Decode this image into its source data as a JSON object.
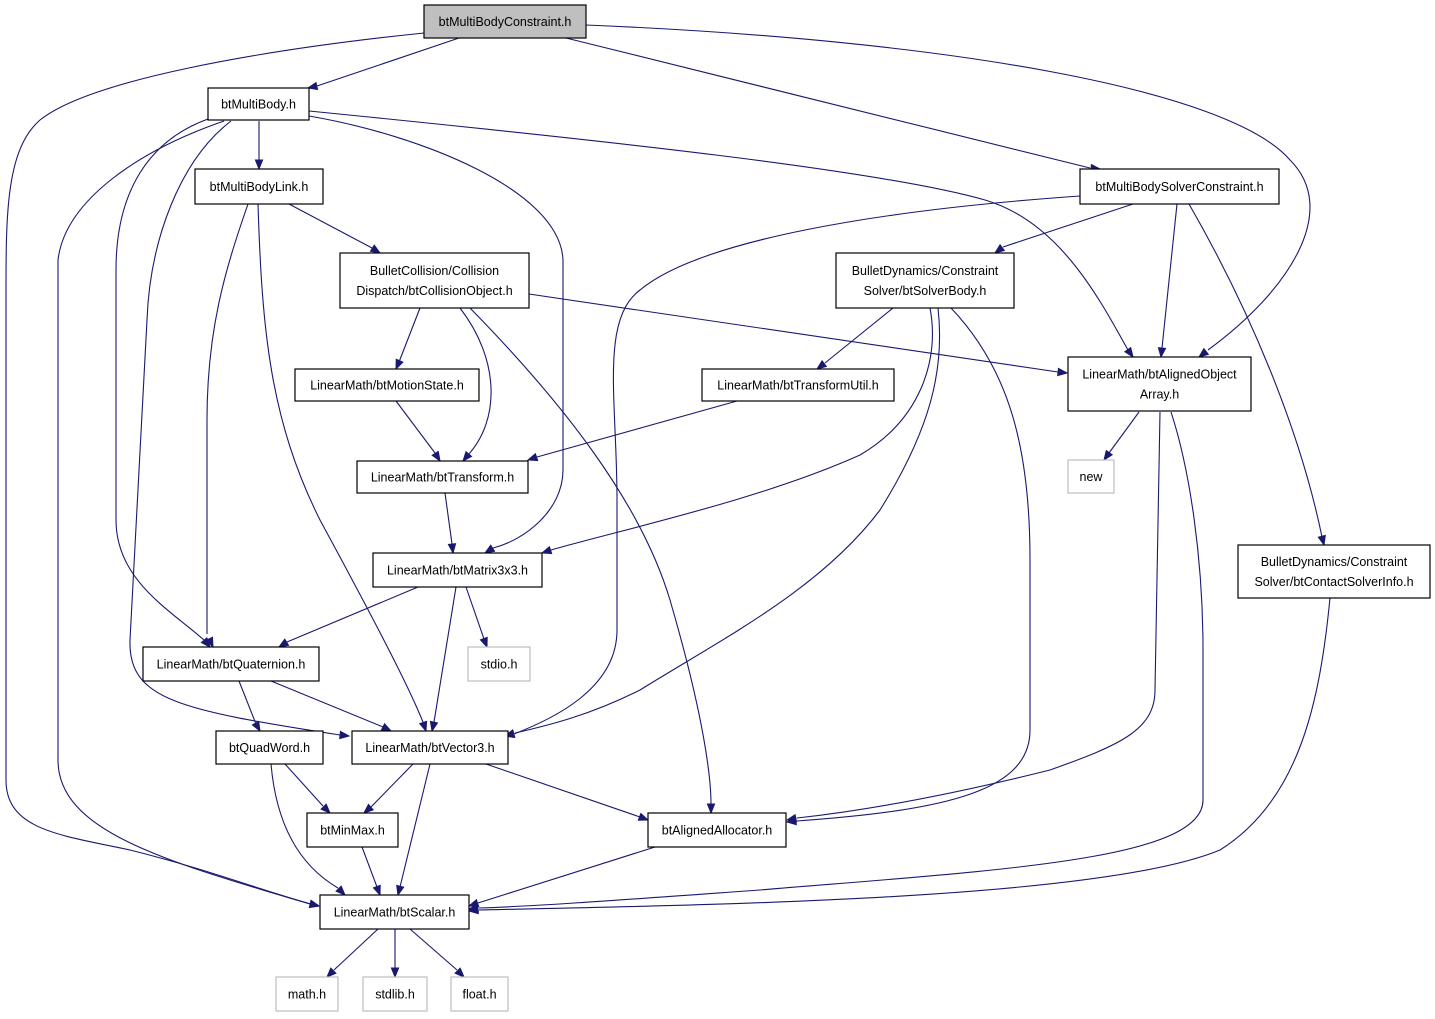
{
  "nodes": [
    {
      "id": "root",
      "lines": [
        "btMultiBodyConstraint.h"
      ],
      "kind": "root"
    },
    {
      "id": "multibody",
      "lines": [
        "btMultiBody.h"
      ],
      "kind": "normal"
    },
    {
      "id": "solverconstraint",
      "lines": [
        "btMultiBodySolverConstraint.h"
      ],
      "kind": "normal"
    },
    {
      "id": "multibodylink",
      "lines": [
        "btMultiBodyLink.h"
      ],
      "kind": "normal"
    },
    {
      "id": "collisionobject",
      "lines": [
        "BulletCollision/Collision",
        "Dispatch/btCollisionObject.h"
      ],
      "kind": "normal"
    },
    {
      "id": "solverbody",
      "lines": [
        "BulletDynamics/Constraint",
        "Solver/btSolverBody.h"
      ],
      "kind": "normal"
    },
    {
      "id": "alignedobjectarray",
      "lines": [
        "LinearMath/btAlignedObject",
        "Array.h"
      ],
      "kind": "normal"
    },
    {
      "id": "motionstate",
      "lines": [
        "LinearMath/btMotionState.h"
      ],
      "kind": "normal"
    },
    {
      "id": "transformutil",
      "lines": [
        "LinearMath/btTransformUtil.h"
      ],
      "kind": "normal"
    },
    {
      "id": "transform",
      "lines": [
        "LinearMath/btTransform.h"
      ],
      "kind": "normal"
    },
    {
      "id": "new",
      "lines": [
        "new"
      ],
      "kind": "external"
    },
    {
      "id": "matrix3x3",
      "lines": [
        "LinearMath/btMatrix3x3.h"
      ],
      "kind": "normal"
    },
    {
      "id": "contactsolverinfo",
      "lines": [
        "BulletDynamics/Constraint",
        "Solver/btContactSolverInfo.h"
      ],
      "kind": "normal"
    },
    {
      "id": "quaternion",
      "lines": [
        "LinearMath/btQuaternion.h"
      ],
      "kind": "normal"
    },
    {
      "id": "stdio",
      "lines": [
        "stdio.h"
      ],
      "kind": "external"
    },
    {
      "id": "quadword",
      "lines": [
        "btQuadWord.h"
      ],
      "kind": "normal"
    },
    {
      "id": "vector3",
      "lines": [
        "LinearMath/btVector3.h"
      ],
      "kind": "normal"
    },
    {
      "id": "minmax",
      "lines": [
        "btMinMax.h"
      ],
      "kind": "normal"
    },
    {
      "id": "alignedallocator",
      "lines": [
        "btAlignedAllocator.h"
      ],
      "kind": "normal"
    },
    {
      "id": "scalar",
      "lines": [
        "LinearMath/btScalar.h"
      ],
      "kind": "normal"
    },
    {
      "id": "math",
      "lines": [
        "math.h"
      ],
      "kind": "external"
    },
    {
      "id": "stdlib",
      "lines": [
        "stdlib.h"
      ],
      "kind": "external"
    },
    {
      "id": "float",
      "lines": [
        "float.h"
      ],
      "kind": "external"
    }
  ],
  "edges": [
    {
      "from": "root",
      "to": "multibody"
    },
    {
      "from": "root",
      "to": "solverconstraint"
    },
    {
      "from": "root",
      "to": "alignedobjectarray"
    },
    {
      "from": "root",
      "to": "scalar"
    },
    {
      "from": "multibody",
      "to": "multibodylink"
    },
    {
      "from": "multibody",
      "to": "alignedobjectarray"
    },
    {
      "from": "multibody",
      "to": "matrix3x3"
    },
    {
      "from": "multibody",
      "to": "quaternion"
    },
    {
      "from": "multibody",
      "to": "vector3"
    },
    {
      "from": "multibody",
      "to": "scalar"
    },
    {
      "from": "multibodylink",
      "to": "collisionobject"
    },
    {
      "from": "multibodylink",
      "to": "quaternion"
    },
    {
      "from": "multibodylink",
      "to": "vector3"
    },
    {
      "from": "collisionobject",
      "to": "motionstate"
    },
    {
      "from": "collisionobject",
      "to": "transform"
    },
    {
      "from": "collisionobject",
      "to": "alignedobjectarray"
    },
    {
      "from": "collisionobject",
      "to": "alignedallocator"
    },
    {
      "from": "solverconstraint",
      "to": "solverbody"
    },
    {
      "from": "solverconstraint",
      "to": "alignedobjectarray"
    },
    {
      "from": "solverconstraint",
      "to": "contactsolverinfo"
    },
    {
      "from": "solverconstraint",
      "to": "vector3"
    },
    {
      "from": "solverbody",
      "to": "transformutil"
    },
    {
      "from": "solverbody",
      "to": "matrix3x3"
    },
    {
      "from": "solverbody",
      "to": "vector3"
    },
    {
      "from": "solverbody",
      "to": "alignedallocator"
    },
    {
      "from": "alignedobjectarray",
      "to": "new"
    },
    {
      "from": "alignedobjectarray",
      "to": "alignedallocator"
    },
    {
      "from": "alignedobjectarray",
      "to": "scalar"
    },
    {
      "from": "motionstate",
      "to": "transform"
    },
    {
      "from": "transformutil",
      "to": "transform"
    },
    {
      "from": "transform",
      "to": "matrix3x3"
    },
    {
      "from": "matrix3x3",
      "to": "quaternion"
    },
    {
      "from": "matrix3x3",
      "to": "stdio"
    },
    {
      "from": "matrix3x3",
      "to": "vector3"
    },
    {
      "from": "contactsolverinfo",
      "to": "scalar"
    },
    {
      "from": "quaternion",
      "to": "quadword"
    },
    {
      "from": "quaternion",
      "to": "vector3"
    },
    {
      "from": "quadword",
      "to": "minmax"
    },
    {
      "from": "quadword",
      "to": "scalar"
    },
    {
      "from": "vector3",
      "to": "minmax"
    },
    {
      "from": "vector3",
      "to": "alignedallocator"
    },
    {
      "from": "vector3",
      "to": "scalar"
    },
    {
      "from": "minmax",
      "to": "scalar"
    },
    {
      "from": "alignedallocator",
      "to": "scalar"
    },
    {
      "from": "scalar",
      "to": "math"
    },
    {
      "from": "scalar",
      "to": "stdlib"
    },
    {
      "from": "scalar",
      "to": "float"
    }
  ]
}
